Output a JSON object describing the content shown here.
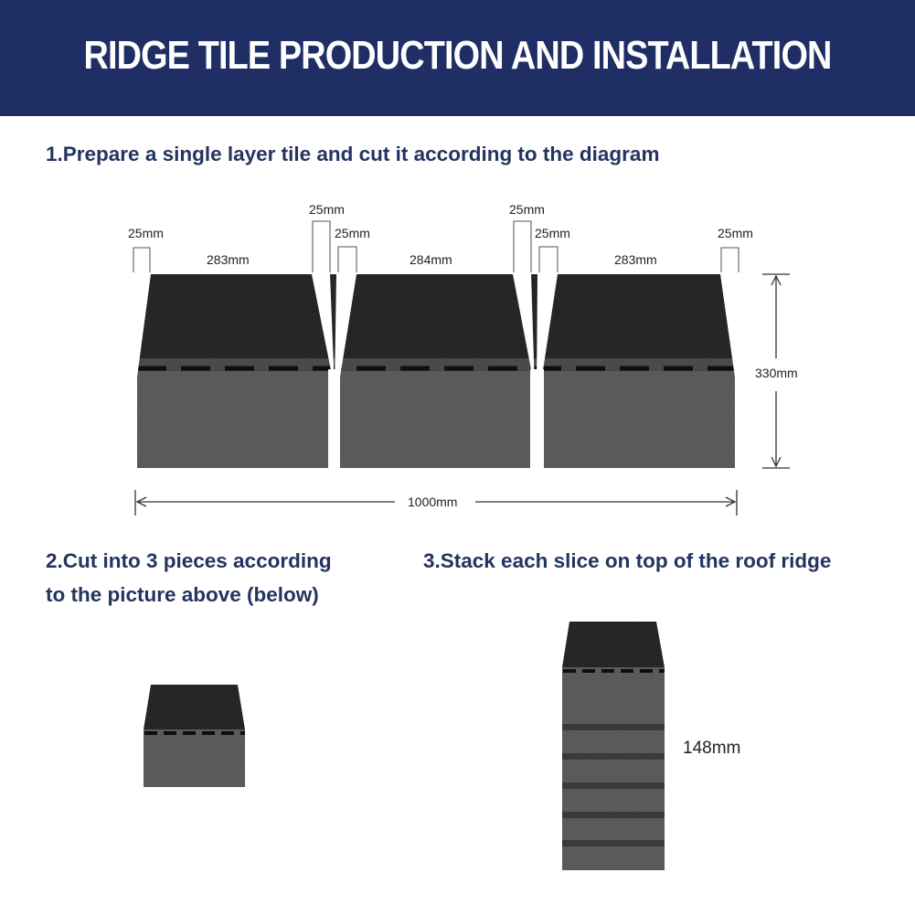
{
  "header": {
    "title": "RIDGE TILE PRODUCTION AND INSTALLATION"
  },
  "steps": {
    "step1": "1.Prepare a single layer tile and cut it according to the diagram",
    "step2_line1": "2.Cut into 3 pieces according",
    "step2_line2": "to the picture above (below)",
    "step3": "3.Stack each slice on top of the roof ridge"
  },
  "diagram": {
    "cut_width_labels": [
      "25mm",
      "25mm",
      "25mm",
      "25mm",
      "25mm",
      "25mm"
    ],
    "piece_widths": [
      "283mm",
      "284mm",
      "283mm"
    ],
    "height_label": "330mm",
    "total_width_label": "1000mm",
    "stack_label": "148mm"
  },
  "colors": {
    "header_bg": "#1f2f66",
    "heading_text": "#24345f",
    "tile_dark": "#262626",
    "tile_gray": "#595959"
  }
}
